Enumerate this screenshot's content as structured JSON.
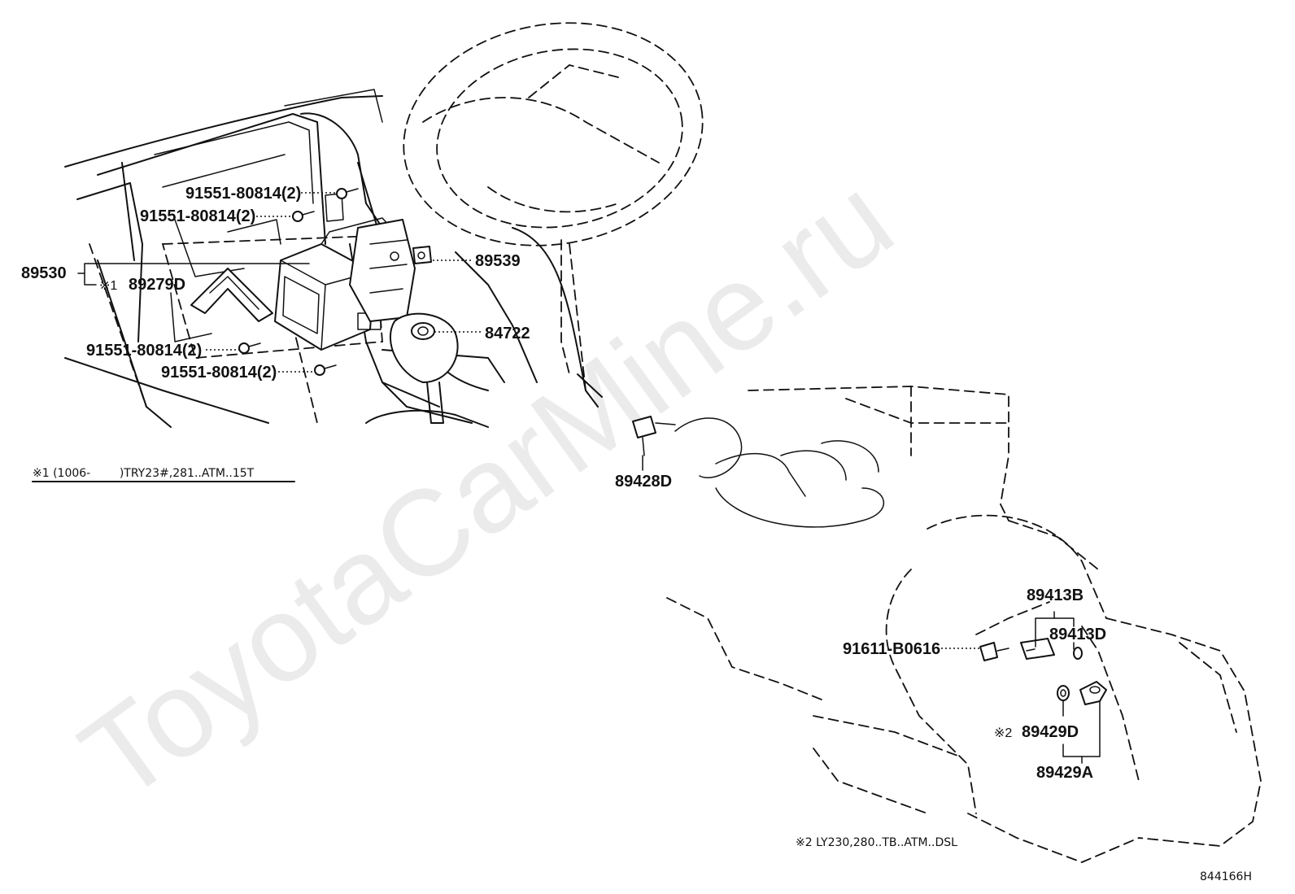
{
  "watermark": "ToyotaCarMine.ru",
  "callouts": {
    "bolt_1": "91551-80814(2)",
    "bolt_2": "91551-80814(2)",
    "bolt_3": "91551-80814(2)",
    "bolt_4": "91551-80814(2)",
    "ecu_assy": "89530",
    "ecu_sub_mark": "※1",
    "ecu_sub": "89279D",
    "bracket": "89539",
    "shift_knob": "84722",
    "sensor_top": "89428D",
    "sensor_b": "89413B",
    "sensor_d": "89413D",
    "bolt_trans": "91611-B0616",
    "sensor_lower_mark": "※2",
    "sensor_lower_d": "89429D",
    "sensor_lower_a": "89429A"
  },
  "notes": {
    "note1": "※1 (1006-        )TRY23#,281..ATM..15T",
    "note2": "※2 LY230,280..TB..ATM..DSL",
    "diagram_code": "844166H"
  }
}
